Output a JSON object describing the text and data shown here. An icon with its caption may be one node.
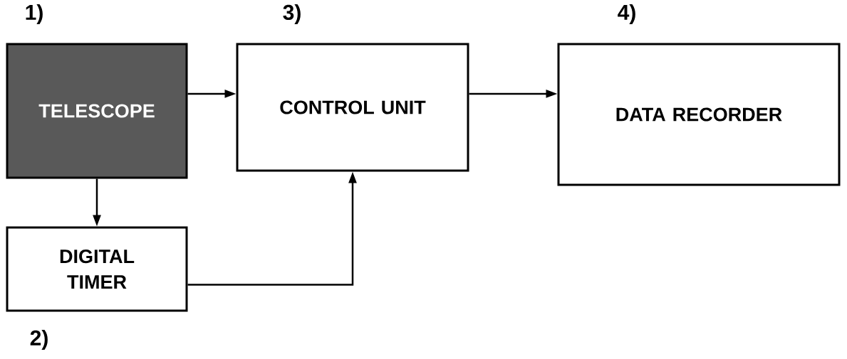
{
  "diagram": {
    "nodes": [
      {
        "text": [
          "TELESCOPE"
        ],
        "beside": [
          "1)"
        ]
      },
      {
        "text": [
          "DIGITAL TIMER"
        ],
        "beside": [
          "2)"
        ]
      },
      {
        "text": [
          "CONTROL UNIT"
        ],
        "beside": [
          "3)"
        ]
      },
      {
        "text": [
          "DATA RECORDER"
        ],
        "beside": [
          "4)"
        ]
      }
    ],
    "edges": [
      {
        "from": 0,
        "to": 2,
        "arrow": "to"
      },
      {
        "from": 2,
        "to": 3,
        "arrow": "to"
      },
      {
        "from": 0,
        "to": 1,
        "arrow": "to"
      },
      {
        "from": 1,
        "to": 2,
        "arrow": "to"
      }
    ]
  }
}
